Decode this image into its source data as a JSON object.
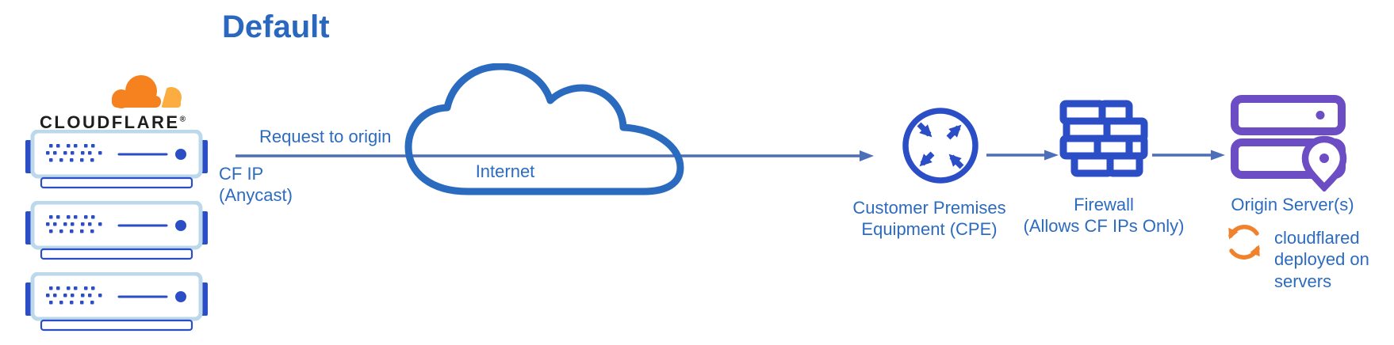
{
  "title": "Default",
  "colors": {
    "label_blue": "#2C6BBF",
    "flow_arrow_blue": "#4C6FB7",
    "icon_royal_blue": "#2B4EC6",
    "cloud_outline_blue": "#2A6BBF",
    "server_frame_blue": "#BCD8EB",
    "origin_purple": "#6C4DC4",
    "logo_orange": "#F6821F",
    "logo_orange_light": "#FBAD41",
    "sync_orange": "#F0822E",
    "logo_text_black": "#1E1E1E"
  },
  "cloudflare_stack": {
    "logo_text": "CLOUDFLARE",
    "registered_mark": "®",
    "logo_icon": "cloudflare-cloud-logo",
    "servers": [
      {
        "icon": "edge-server"
      },
      {
        "icon": "edge-server"
      },
      {
        "icon": "edge-server"
      }
    ]
  },
  "request_flow": {
    "arrow_label": "Request to origin",
    "source_label": "CF IP\n(Anycast)"
  },
  "internet": {
    "label": "Internet",
    "icon": "cloud-outline"
  },
  "cpe": {
    "label": "Customer Premises\nEquipment (CPE)",
    "icon": "router-crossed-arrows"
  },
  "firewall": {
    "label": "Firewall\n(Allows CF IPs Only)",
    "icon": "brick-wall"
  },
  "origin": {
    "label": "Origin Server(s)",
    "icon": "servers-with-location-pin"
  },
  "cloudflared_note": {
    "label": "cloudflared\ndeployed on\nservers",
    "icon": "sync-circular-arrows"
  }
}
